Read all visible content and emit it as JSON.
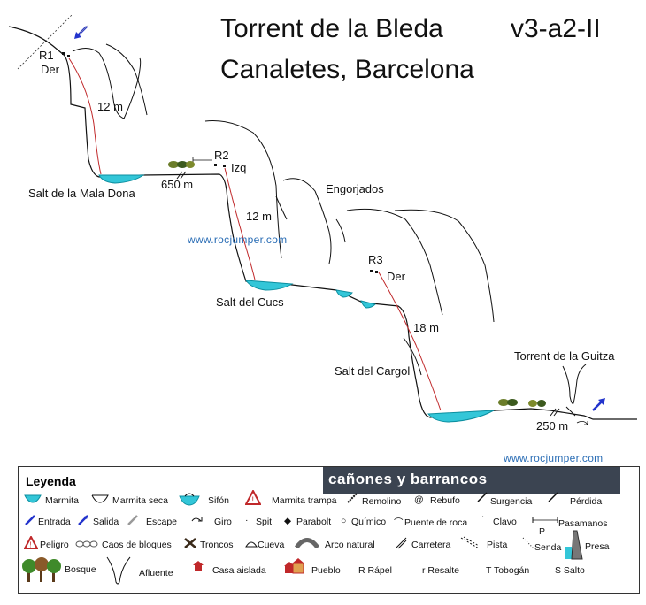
{
  "title": {
    "line1": "Torrent de la Bleda",
    "line2": "Canaletes, Barcelona",
    "grade": "v3-a2-II"
  },
  "labels": {
    "r1": "R1",
    "r1_side": "Der",
    "r1_height": "12 m",
    "jump1": "Salt de la Mala Dona",
    "dist1": "650 m",
    "r2": "R2",
    "r2_side": "Izq",
    "r2_height": "12 m",
    "gorges": "Engorjados",
    "jump2": "Salt del Cucs",
    "r3": "R3",
    "r3_side": "Der",
    "r3_height": "18 m",
    "jump3": "Salt del Cargol",
    "tributary": "Torrent de la Guitza",
    "dist2": "250 m",
    "url": "www.rocjumper.com"
  },
  "legend": {
    "title": "Leyenda",
    "banner": "cañones y barrancos",
    "items": {
      "marmita": "Marmita",
      "marmita_seca": "Marmita seca",
      "sifon": "Sifón",
      "marmita_trampa": "Marmita trampa",
      "remolino": "Remolino",
      "rebufo": "Rebufo",
      "surgencia": "Surgencia",
      "perdida": "Pérdida",
      "entrada": "Entrada",
      "salida": "Salida",
      "escape": "Escape",
      "giro": "Giro",
      "spit": "Spit",
      "parabolt": "Parabolt",
      "quimico": "Químico",
      "puente_roca": "Puente de roca",
      "clavo": "Clavo",
      "pasamanos": "Pasamanos",
      "pasamanos_p": "P",
      "peligro": "Peligro",
      "caos": "Caos de bloques",
      "troncos": "Troncos",
      "cueva": "Cueva",
      "arco": "Arco natural",
      "carretera": "Carretera",
      "pista": "Pista",
      "senda": "Senda",
      "presa": "Presa",
      "bosque": "Bosque",
      "afluente": "Afluente",
      "casa": "Casa aislada",
      "pueblo": "Pueblo",
      "rapel": "R Rápel",
      "resalte": "r Resalte",
      "tobogan": "T Tobogán",
      "salto": "S Salto"
    }
  },
  "colors": {
    "water": "#33c6d8",
    "rope": "#c0282a",
    "arrow": "#2233cc",
    "url": "#2a6db5",
    "banner": "#3b4451",
    "bush": "#556b2f"
  }
}
